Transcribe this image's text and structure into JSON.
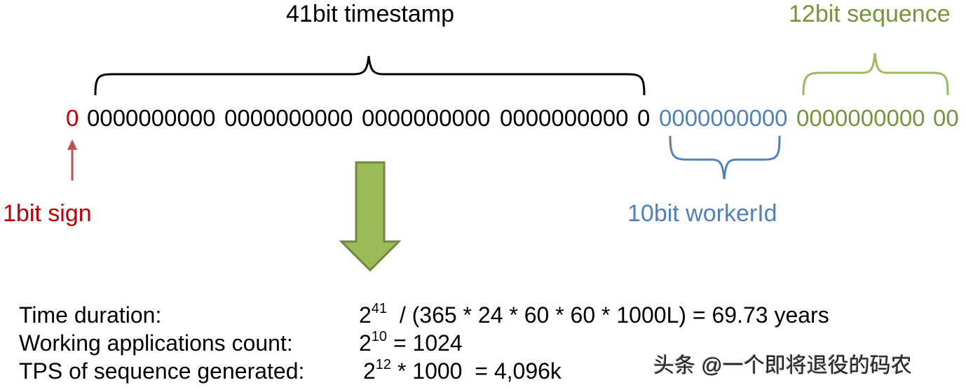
{
  "labels": {
    "timestamp": "41bit timestamp",
    "sequence": "12bit sequence",
    "sign": "1bit sign",
    "worker": "10bit workerId"
  },
  "bits": {
    "sign": "0",
    "ts1": "0000000000",
    "ts2": "0000000000",
    "ts3": "0000000000",
    "ts4": "0000000000",
    "ts5": "0",
    "worker": "0000000000",
    "seq1": "0000000000",
    "seq2": "00"
  },
  "calc": {
    "rows": [
      {
        "label": "Time duration:",
        "base": "2",
        "exp": "41",
        "rest": "  / (365 * 24 * 60 * 60 * 1000L) = 69.73 years"
      },
      {
        "label": "Working applications count:",
        "base": "2",
        "exp": "10",
        "rest": " = 1024"
      },
      {
        "label": "TPS of sequence generated:",
        "base": "2",
        "exp": "12",
        "rest": " * 1000  = 4,096k"
      }
    ]
  },
  "watermark": "头条 @一个即将退役的码农",
  "colors": {
    "sign": "#c00000",
    "worker": "#4f81bd",
    "sequence": "#77933c",
    "arrow_fill": "#9bbb59",
    "arrow_stroke": "#71893f"
  }
}
